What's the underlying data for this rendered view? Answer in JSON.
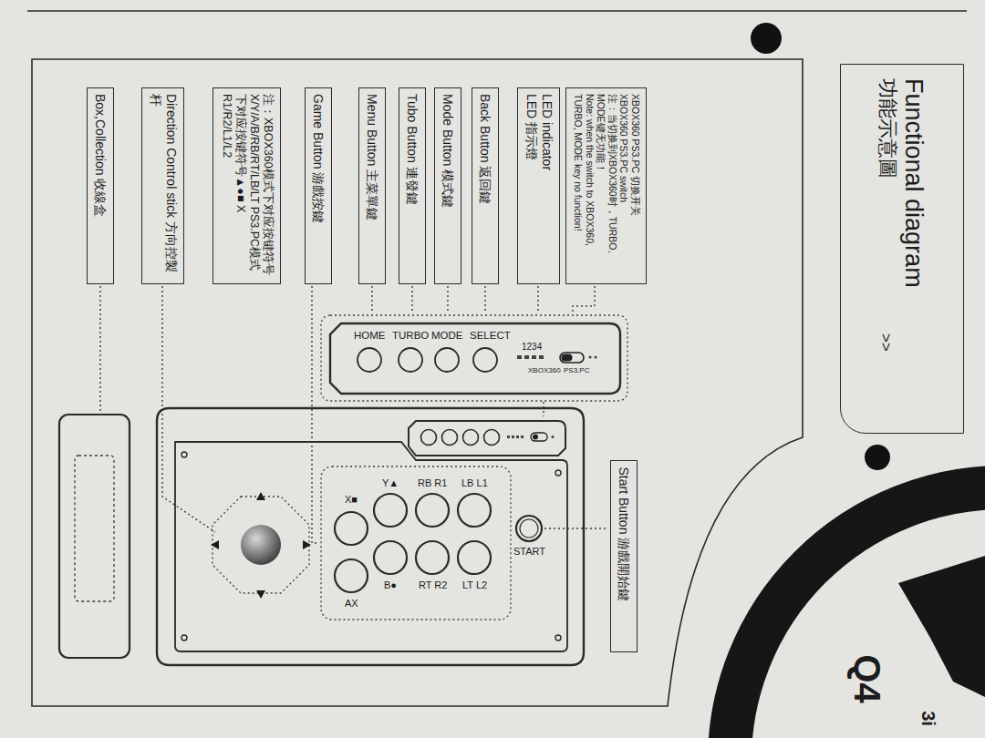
{
  "diagram": {
    "nodes": [
      {
        "text": [
          "Functional diagram",
          "功能示意圖",
          ">>"
        ]
      },
      {
        "text": [
          "XBOX360 PS3.PC 切换开关",
          "XBOX360 PS3.PC switch",
          "注：当切换到XBOX360时，TURBO、MODE键无功能！",
          "Note: when the switch to XBOX360, TURBO, MODE key no function!"
        ]
      },
      {
        "text": [
          "LED indicator",
          "LED 指示燈"
        ]
      },
      {
        "text": [
          "Back Button 返回鍵"
        ]
      },
      {
        "text": [
          "Mode Button 模式鍵"
        ]
      },
      {
        "text": [
          "Tubo Button 連發鍵"
        ]
      },
      {
        "text": [
          "Menu Button 主菜單鍵"
        ]
      },
      {
        "text": [
          "Game Button 游戲按鍵"
        ]
      },
      {
        "text": [
          "注：XBOX360模式下对应按键符号X/Y/A/B/RB/RT/LB/LT PS3.PC模式下对应按键符号▲●■ X R1/R2/L1/L2"
        ]
      },
      {
        "text": [
          "Direction Control stick 方向控製杆"
        ]
      },
      {
        "text": [
          "Box,Collection 收線盒"
        ]
      },
      {
        "text": [
          "Start Button 游戲開始鍵"
        ]
      }
    ],
    "labels": [
      "HOME",
      "TURBO",
      "MODE",
      "SELECT",
      "1234",
      "XBOX360",
      "PS3.PC",
      "X■",
      "Y▲",
      "RB R1",
      "LB L1",
      "B●",
      "RT R2",
      "LT L2",
      "AX",
      "START",
      "Q4",
      "3i"
    ]
  }
}
